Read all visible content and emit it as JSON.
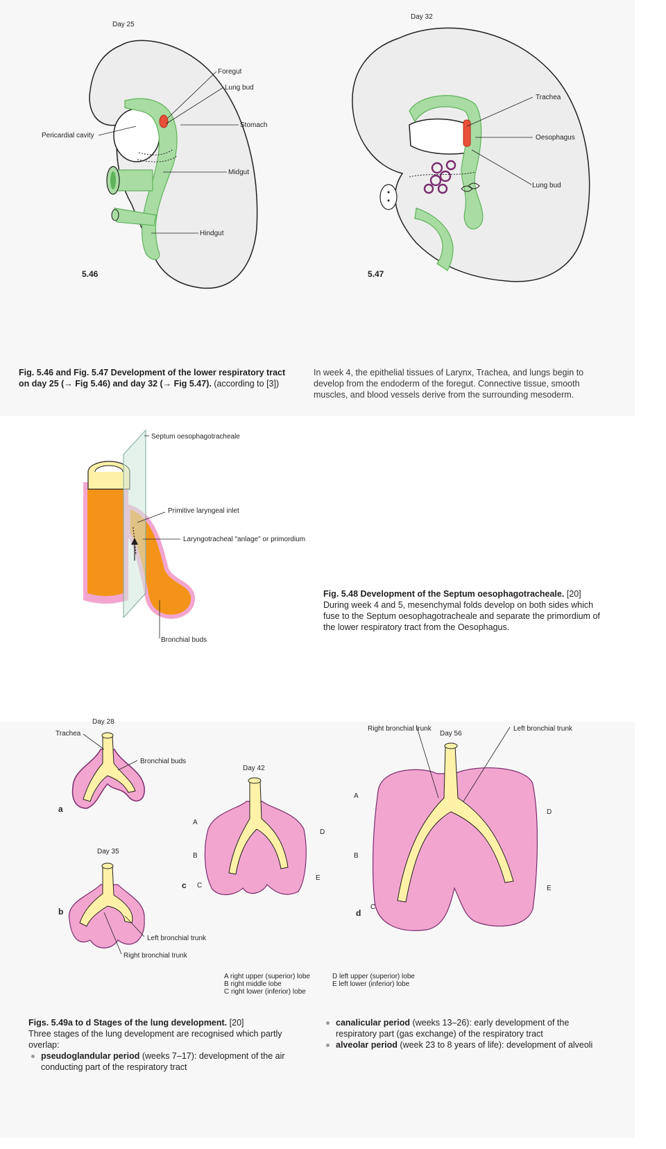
{
  "fig46": {
    "day": "Day 25",
    "number": "5.46",
    "labels": {
      "foregut": "Foregut",
      "lung_bud": "Lung bud",
      "stomach": "Stomach",
      "pericardial": "Pericardial cavity",
      "midgut": "Midgut",
      "hindgut": "Hindgut"
    }
  },
  "fig47": {
    "day": "Day 32",
    "number": "5.47",
    "labels": {
      "trachea": "Trachea",
      "oesophagus": "Oesophagus",
      "lung_bud": "Lung bud"
    }
  },
  "caption_46_47": {
    "bold": "Fig. 5.46 and Fig. 5.47   Development of the lower respiratory tract on day 25 (→ Fig 5.46) and day 32 (→ Fig 5.47).",
    "normal": " (according to [3])"
  },
  "intro_text": "In week 4, the epithelial tissues of Larynx, Trachea, and lungs begin to develop from the endoderm of the foregut. Connective tissue, smooth muscles, and blood vessels derive from the surrounding mesoderm.",
  "fig48": {
    "labels": {
      "septum": "Septum oesophagotracheale",
      "inlet": "Primitive laryngeal inlet",
      "anlage": "Laryngotracheal \"anlage\" or primordium",
      "buds": "Bronchial buds"
    }
  },
  "caption_48": {
    "bold": "Fig. 5.48   Development of the Septum oesophagotracheale.",
    "ref": " [20]",
    "body": "During week 4 and 5, mesenchymal folds develop on both sides which fuse to the Septum oesophagotracheale and separate the primordium of the lower respiratory tract from the Oesophagus."
  },
  "fig49": {
    "a": {
      "day": "Day 28",
      "letter": "a",
      "trachea": "Trachea",
      "buds": "Bronchial buds"
    },
    "b": {
      "day": "Day 35",
      "letter": "b",
      "left": "Left bronchial trunk",
      "right": "Right bronchial trunk"
    },
    "c": {
      "day": "Day 42",
      "letter": "c"
    },
    "d": {
      "day": "Day 56",
      "letter": "d",
      "right": "Right bronchial trunk",
      "left": "Left bronchial trunk"
    },
    "lobe_letters": {
      "A": "A",
      "B": "B",
      "C": "C",
      "D": "D",
      "E": "E"
    },
    "legend": [
      "A right upper (superior) lobe",
      "B right middle lobe",
      "C right lower (inferior) lobe",
      "D left upper (superior) lobe",
      "E left lower (inferior) lobe"
    ]
  },
  "caption_49": {
    "bold": "Figs. 5.49a to d   Stages of the lung development.",
    "ref": " [20]",
    "body": "Three stages of the lung development are recognised which partly overlap:",
    "items": [
      {
        "term": "pseudoglandular period",
        "text": " (weeks 7–17): development of the air conducting part of the respiratory tract"
      },
      {
        "term": "canalicular period",
        "text": " (weeks 13–26): early development of the respiratory part (gas exchange) of the respiratory tract"
      },
      {
        "term": "alveolar period",
        "text": " (week 23 to 8 years of life): development of alveoli"
      }
    ]
  },
  "colors": {
    "embryo": "#ededed",
    "gut": "#a8dca3",
    "gut_line": "#5fb35a",
    "lung_bud": "#e8503a",
    "mesoderm": "#f2a6cf",
    "bronchus": "#fff2a8",
    "orange": "#f39419",
    "purple": "#7a2b6e"
  }
}
